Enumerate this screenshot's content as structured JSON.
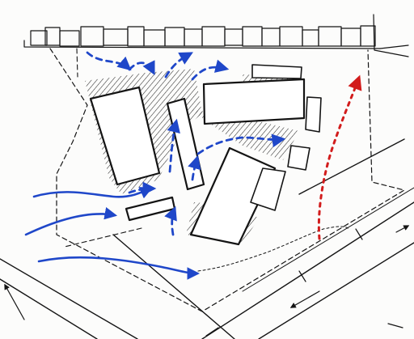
{
  "palette": {
    "paper": "#fcfcfb",
    "ink": "#141414",
    "wind_blue": "#1f47c9",
    "path_red": "#d21c1c",
    "hatch": "#2a2a2a"
  },
  "legend_meaning": {
    "blue_dashed": "air-circulation",
    "blue_solid": "wind-flow",
    "red_dotted": "pedestrian-route",
    "hatching": "shadow"
  },
  "labels": []
}
